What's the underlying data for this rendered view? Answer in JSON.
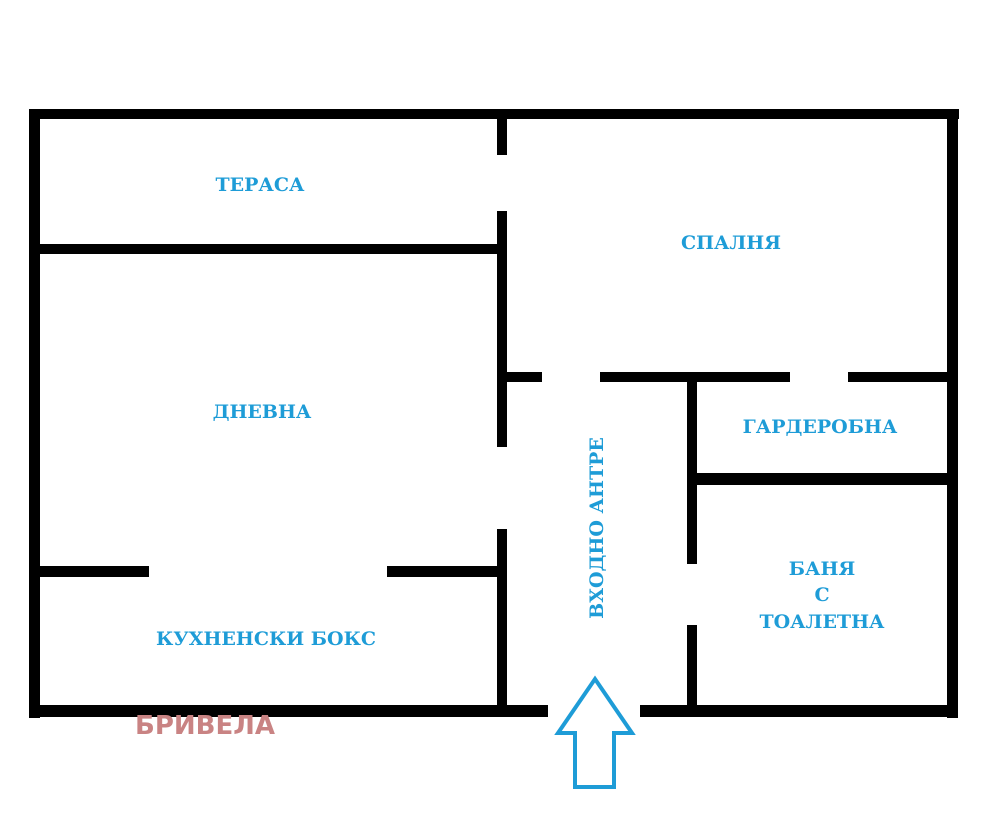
{
  "rooms": {
    "terrace": "ТЕРАСА",
    "bedroom": "СПАЛНЯ",
    "living": "ДНЕВНА",
    "wardrobe": "ГАРДЕРОБНА",
    "hallway": "ВХОДНО АНТРЕ",
    "bathroom_line1": "БАНЯ",
    "bathroom_line2": "С",
    "bathroom_line3": "ТОАЛЕТНА",
    "kitchen": "КУХНЕНСКИ БОКС"
  },
  "watermark": "БРИВЕЛА",
  "entrance_arrow": "arrow-up-icon",
  "colors": {
    "wall": "#000000",
    "label": "#1e9cd7",
    "watermark": "#c98383",
    "arrow": "#1e9cd7"
  }
}
